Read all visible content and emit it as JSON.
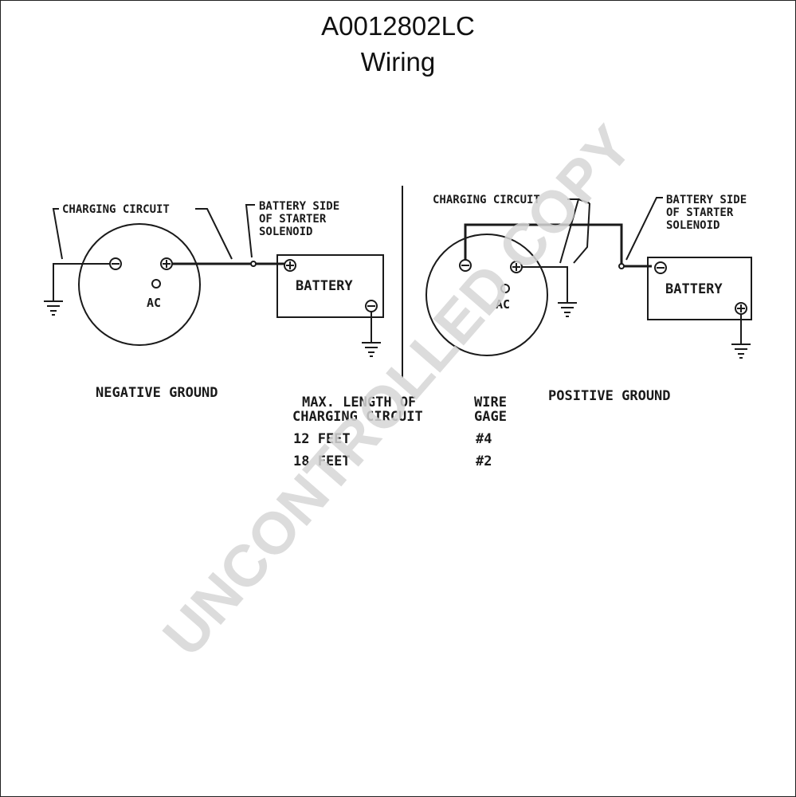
{
  "title": "A0012802LC",
  "subtitle": "Wiring",
  "negative_ground": {
    "caption": "NEGATIVE GROUND",
    "charging_circuit": "CHARGING CIRCUIT",
    "battery_side_1": "BATTERY SIDE",
    "battery_side_2": "OF STARTER",
    "battery_side_3": "SOLENOID",
    "battery": "BATTERY",
    "ac": "AC"
  },
  "positive_ground": {
    "caption": "POSITIVE GROUND",
    "charging_circuit": "CHARGING CIRCUIT",
    "battery_side_1": "BATTERY SIDE",
    "battery_side_2": "OF STARTER",
    "battery_side_3": "SOLENOID",
    "battery": "BATTERY",
    "ac": "AC"
  },
  "table": {
    "col1_header_1": "MAX. LENGTH OF",
    "col1_header_2": "CHARGING CIRCUIT",
    "col2_header_1": "WIRE",
    "col2_header_2": "GAGE",
    "rows": [
      {
        "length": "12 FEET",
        "gage": "#4"
      },
      {
        "length": "18 FEET",
        "gage": "#2"
      }
    ]
  },
  "watermark": "UNCONTROLLED COPY"
}
